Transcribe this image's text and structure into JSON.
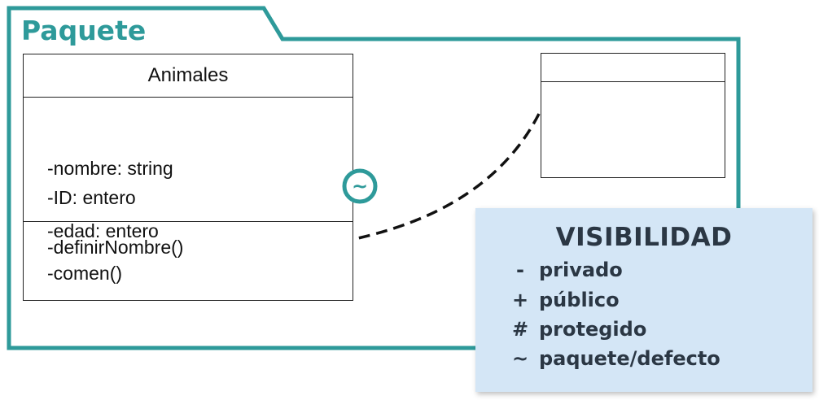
{
  "package": {
    "title": "Paquete",
    "accent": "#2e9a9a"
  },
  "class": {
    "name": "Animales",
    "attributes": [
      "-nombre: string",
      "-ID: entero",
      "-edad: entero"
    ],
    "methods": [
      "-definirNombre()",
      "-comen()"
    ]
  },
  "relation": {
    "symbol": "~"
  },
  "visibility": {
    "title": "VISIBILIDAD",
    "items": [
      {
        "symbol": "-",
        "label": "privado"
      },
      {
        "symbol": "+",
        "label": "público"
      },
      {
        "symbol": "#",
        "label": "protegido"
      },
      {
        "symbol": "~",
        "label": "paquete/defecto"
      }
    ]
  }
}
